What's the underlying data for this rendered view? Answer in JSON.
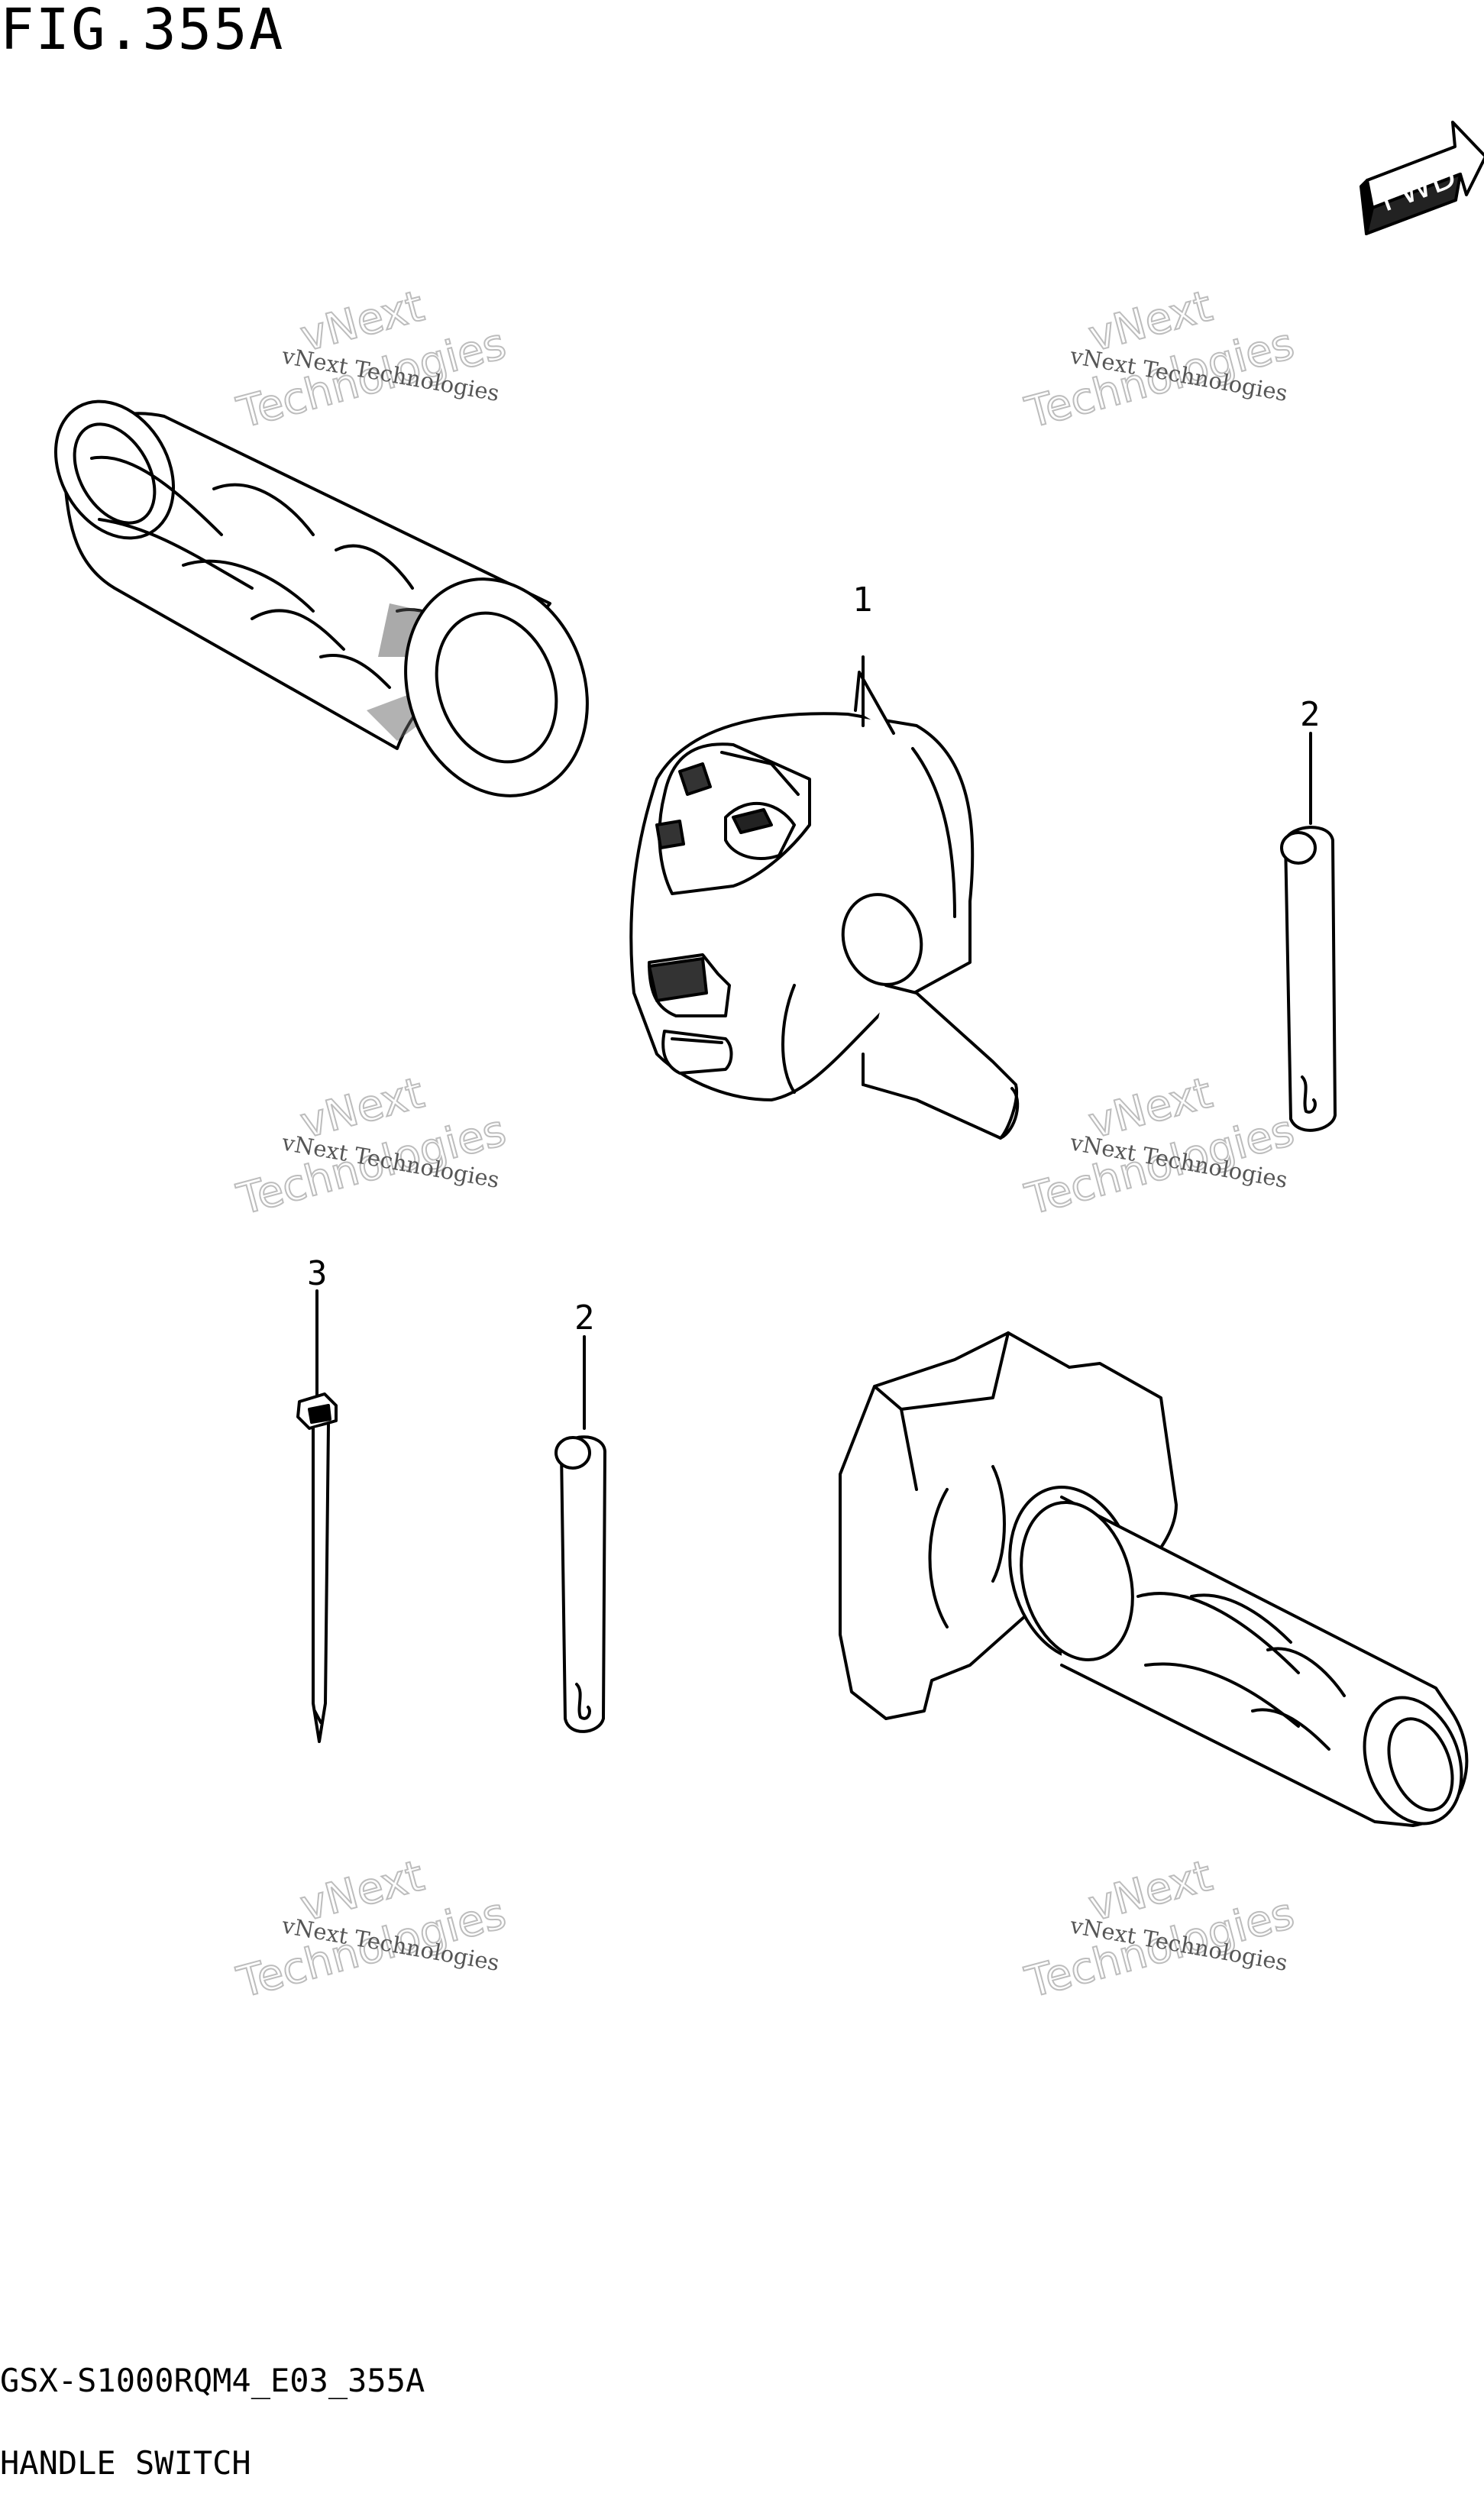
{
  "figure": {
    "title": "FIG.355A",
    "model_code": "GSX-S1000RQM4_E03_355A",
    "name": "HANDLE SWITCH"
  },
  "fwd_label": "FWD",
  "callouts": {
    "c1": "1",
    "c2a": "2",
    "c2b": "2",
    "c3": "3"
  },
  "watermark": {
    "line": "vNext Technologies",
    "big_top": "vNext",
    "big_bottom": "Technologies"
  }
}
